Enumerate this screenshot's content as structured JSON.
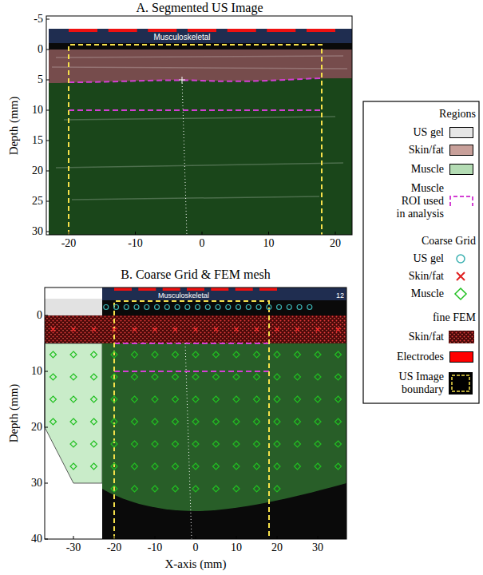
{
  "diagram": {
    "nodes": [
      {
        "text": [
          "A. Segmented US Image"
        ]
      },
      {
        "text": [
          "B. Coarse Grid & FEM mesh"
        ]
      }
    ],
    "labels": [
      "Musculoskeletal",
      "Depth (mm)",
      "-5",
      "0",
      "5",
      "10",
      "15",
      "20",
      "25",
      "30",
      "-20",
      "-10",
      "0",
      "10",
      "20",
      "Musculoskeletal",
      "12",
      "Depth (mm)",
      "0",
      "10",
      "20",
      "30",
      "40",
      "-30",
      "-20",
      "-10",
      "0",
      "10",
      "20",
      "30",
      "X-axis (mm)",
      "Regions",
      "Coarse Grid",
      "fine FEM"
    ],
    "legend": [
      {
        "text": "US gel",
        "color": "#e6e6e6"
      },
      {
        "text": "Skin/fat",
        "color": "#c8a09a"
      },
      {
        "text": "Muscle",
        "color": "#b4dcb4"
      },
      {
        "text": "Muscle ROI used in analysis"
      },
      {
        "text": "US gel"
      },
      {
        "text": "Skin/fat"
      },
      {
        "text": "Muscle"
      },
      {
        "text": "Skin/fat"
      },
      {
        "text": "Electrodes",
        "color": "#ff0000"
      },
      {
        "text": "US Image boundary"
      }
    ]
  }
}
